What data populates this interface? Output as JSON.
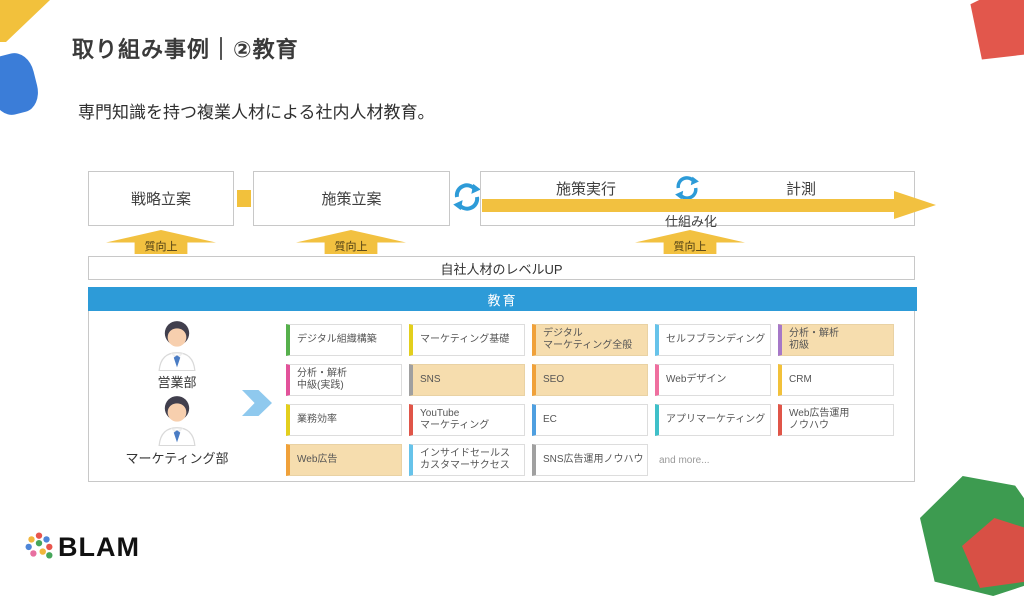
{
  "palette": {
    "accent_blue": "#2d9bd8",
    "arrow_yellow": "#f2c140",
    "highlight_bg": "#f6ddae"
  },
  "header": {
    "title": "取り組み事例｜②教育",
    "subtitle": "専門知識を持つ複業人材による社内人材教育。"
  },
  "flow": {
    "step_strategy": "戦略立案",
    "step_planning": "施策立案",
    "step_execute": "施策実行",
    "step_measure": "計測",
    "systemize": "仕組み化",
    "quality_label": "質向上",
    "levelup_label": "自社人材のレベルUP",
    "education_label": "教育"
  },
  "departments": {
    "sales": "営業部",
    "marketing": "マーケティング部"
  },
  "skills": [
    {
      "label": "デジタル組織構築",
      "color": "#56b04c",
      "highlight": false
    },
    {
      "label": "マーケティング基礎",
      "color": "#e3cf1d",
      "highlight": false
    },
    {
      "label": "デジタル\nマーケティング全般",
      "color": "#f0a13a",
      "highlight": true
    },
    {
      "label": "セルフブランディング",
      "color": "#67c3ea",
      "highlight": false
    },
    {
      "label": "分析・解析\n初級",
      "color": "#a678c8",
      "highlight": true
    },
    {
      "label": "分析・解析\n中級(実践)",
      "color": "#e2529a",
      "highlight": false
    },
    {
      "label": "SNS",
      "color": "#a0a0a0",
      "highlight": true
    },
    {
      "label": "SEO",
      "color": "#f0a13a",
      "highlight": true
    },
    {
      "label": "Webデザイン",
      "color": "#ef6f9f",
      "highlight": false
    },
    {
      "label": "CRM",
      "color": "#f2c13a",
      "highlight": false
    },
    {
      "label": "業務効率",
      "color": "#e3cf1d",
      "highlight": false
    },
    {
      "label": "YouTube\nマーケティング",
      "color": "#e05548",
      "highlight": false
    },
    {
      "label": "EC",
      "color": "#4f9fe0",
      "highlight": false
    },
    {
      "label": "アプリマーケティング",
      "color": "#3fc0c9",
      "highlight": false
    },
    {
      "label": "Web広告運用\nノウハウ",
      "color": "#e05548",
      "highlight": false
    },
    {
      "label": "Web広告",
      "color": "#f0a13a",
      "highlight": true
    },
    {
      "label": "インサイドセールス\nカスタマーサクセス",
      "color": "#67c3ea",
      "highlight": false
    },
    {
      "label": "SNS広告運用ノウハウ",
      "color": "#a0a0a0",
      "highlight": false
    }
  ],
  "more_label": "and more...",
  "logo_text": "BLAM"
}
